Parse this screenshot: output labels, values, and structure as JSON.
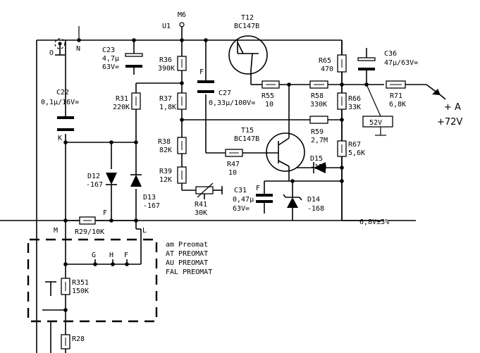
{
  "labels": {
    "u1": "U1",
    "m6": "M6",
    "t12_name": "T12",
    "t12_type": "BC147B",
    "t15_name": "T15",
    "t15_type": "BC147B",
    "o": "O",
    "n": "N",
    "c23_name": "C23",
    "c23_val1": "4,7μ",
    "c23_val2": "63V=",
    "r36_name": "R36",
    "r36_val": "390K",
    "c27_f": "F",
    "c27_name": "C27",
    "c27_val": "0,33μ/100V=",
    "r65_name": "R65",
    "r65_val": "470",
    "c36_name": "C36",
    "c36_val": "47μ/63V=",
    "c22_name": "C22",
    "c22_val": "0,1μ/16V=",
    "c22_k": "K",
    "r31_name": "R31",
    "r31_val": "220K",
    "r37_name": "R37",
    "r37_val": "1,8K",
    "r55_name": "R55",
    "r55_val": "10",
    "r58_name": "R58",
    "r58_val": "330K",
    "r66_name": "R66",
    "r66_val": "33K",
    "r71_name": "R71",
    "r71_val": "6,8K",
    "out_a": "+ A",
    "out_v": "+72V",
    "meter": "52V",
    "r59_name": "R59",
    "r59_val": "2,7M",
    "r38_name": "R38",
    "r38_val": "82K",
    "r47_name": "R47",
    "r47_val": "10",
    "r67_name": "R67",
    "r67_val": "5,6K",
    "d15_name": "D15",
    "d15_val": "-174",
    "r39_name": "R39",
    "r39_val": "12K",
    "d12_name": "D12",
    "d12_val": "-167",
    "d13_name": "D13",
    "d13_val": "-167",
    "r41_name": "R41",
    "r41_val": "30K",
    "c31_f": "F",
    "c31_name": "C31",
    "c31_val1": "0,47μ",
    "c31_val2": "63V=",
    "d14_name": "D14",
    "d14_val": "-168",
    "f_node": "F",
    "r29": "R29/10K",
    "m_node": "M",
    "l_node": "L",
    "tol": "6,8V±5%",
    "g_node": "G",
    "h_node": "H",
    "f_node2": "F",
    "r351_name": "R351",
    "r351_val": "150K",
    "r28_name": "R28",
    "note": [
      "am Preomat",
      "AT PREOMAT",
      "AU PREOMAT",
      "FAL PREOMAT"
    ]
  }
}
